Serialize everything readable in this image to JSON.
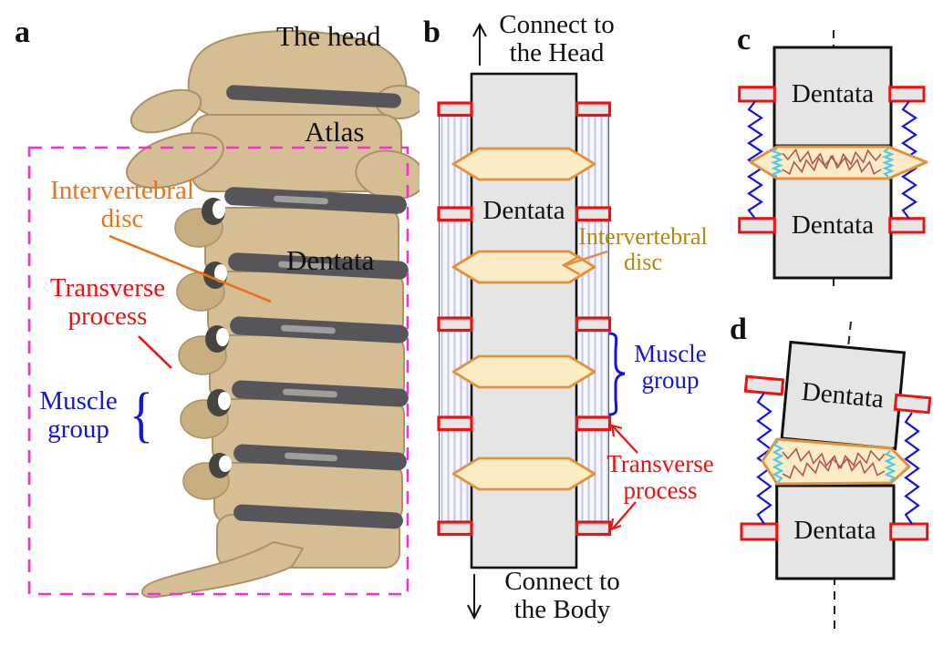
{
  "colors": {
    "label_orange": "#e8731a",
    "label_red": "#ee1111",
    "label_blue": "#1515d8",
    "label_gold": "#b8860b",
    "box_magenta": "#fb2bd9",
    "disc_fill": "#fcecc5",
    "disc_border": "#e2923e",
    "block_fill": "#e5e5e5",
    "block_border": "#111111",
    "process_red": "#ee1111",
    "muscle_stripe": "#c3c3ef",
    "muscle_bg": "#f7f7fe",
    "muscle_border": "#4040c0",
    "spring_blue": "#1515dd",
    "spring_red": "#b25555",
    "spring_cyan": "#55c8e8",
    "bone": "#d5bd94",
    "bone_dark": "#ab9168",
    "band_dark": "#55555a",
    "band_light": "#9e9e9a"
  },
  "panels": {
    "a": {
      "letter": "a",
      "the_head": "The head",
      "atlas": "Atlas",
      "intervertebral_line1": "Intervertebral",
      "intervertebral_line2": "disc",
      "transverse_line1": "Transverse",
      "transverse_line2": "process",
      "muscle_line1": "Muscle",
      "muscle_line2": "group",
      "brace": "{",
      "dentata": "Dentata"
    },
    "b": {
      "letter": "b",
      "connect_head_line1": "Connect to",
      "connect_head_line2": "the Head",
      "dentata": "Dentata",
      "intervertebral_line1": "Intervertebral",
      "intervertebral_line2": "disc",
      "muscle_line1": "Muscle",
      "muscle_line2": "group",
      "transverse_line1": "Transverse",
      "transverse_line2": "process",
      "connect_body_line1": "Connect to",
      "connect_body_line2": "the Body"
    },
    "c": {
      "letter": "c",
      "dentata_top": "Dentata",
      "dentata_bottom": "Dentata"
    },
    "d": {
      "letter": "d",
      "dentata_top": "Dentata",
      "dentata_bottom": "Dentata"
    }
  }
}
